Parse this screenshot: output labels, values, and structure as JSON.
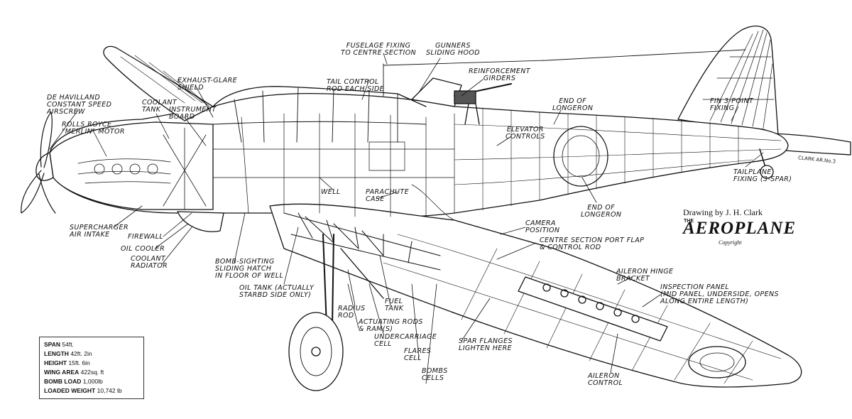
{
  "labels": {
    "airscrew": "DE HAVILLAND\nCONSTANT SPEED\nAIRSCREW",
    "motor": "ROLLS ROYCE\n\"MERLIN\" MOTOR",
    "coolant_tank": "COOLANT\nTANK",
    "instrument_board": "INSTRUMENT\nBOARD",
    "exhaust_glare": "EXHAUST-GLARE\nSHIELD",
    "tail_control": "TAIL CONTROL\nROD EACH SIDE",
    "fuselage_fixing": "FUSELAGE FIXING\nTO CENTRE SECTION",
    "gunners_hood": "GUNNERS\nSLIDING HOOD",
    "reinforcement": "REINFORCEMENT\nGIRDERS",
    "elevator_controls": "ELEVATOR\nCONTROLS",
    "end_longeron_top": "END OF\nLONGERON",
    "fin_fixing": "FIN 3-POINT\nFIXING",
    "tailplane_fixing": "TAILPLANE\nFIXING (3-SPAR)",
    "well": "WELL",
    "parachute_case": "PARACHUTE\nCASE",
    "end_longeron_bottom": "END OF\nLONGERON",
    "supercharger": "SUPERCHARGER\nAIR INTAKE",
    "firewall": "FIREWALL",
    "oil_cooler": "OIL COOLER",
    "coolant_radiator": "COOLANT\nRADIATOR",
    "bomb_hatch": "BOMB-SIGHTING\nSLIDING HATCH\nIN FLOOR OF WELL",
    "oil_tank": "OIL TANK (ACTUALLY\nSTARBD SIDE ONLY)",
    "radius_rod": "RADIUS\nROD",
    "fuel_tank": "FUEL\nTANK",
    "actuating_rods": "ACTUATING RODS\n& RAM(S)",
    "undercarriage_cell": "UNDERCARRIAGE\nCELL",
    "flares_cell": "FLARES\nCELL",
    "bombs_cells": "BOMBS\nCELLS",
    "spar_flanges": "SPAR FLANGES\nLIGHTEN HERE",
    "camera_position": "CAMERA\nPOSITION",
    "centre_section": "CENTRE SECTION PORT FLAP\n& CONTROL ROD",
    "aileron_hinge": "AILERON HINGE\nBRACKET",
    "inspection_panel": "INSPECTION PANEL\n(MID PANEL, UNDERSIDE, OPENS\nALONG ENTIRE LENGTH)",
    "aileron_control": "AILERON\nCONTROL"
  },
  "credit": {
    "drawing": "Drawing by J. H. Clark",
    "logo_the": "THE",
    "logo": "AEROPLANE",
    "copyright": "Copyright",
    "signature": "CLARK AR.No.3"
  },
  "specs": [
    {
      "key": "SPAN",
      "value": "54ft."
    },
    {
      "key": "LENGTH",
      "value": "42ft. 2in"
    },
    {
      "key": "HEIGHT",
      "value": "15ft. 6in"
    },
    {
      "key": "WING AREA",
      "value": "422sq. ft"
    },
    {
      "key": "BOMB LOAD",
      "value": "1,000lb"
    },
    {
      "key": "LOADED WEIGHT",
      "value": "10,742 lb"
    }
  ]
}
